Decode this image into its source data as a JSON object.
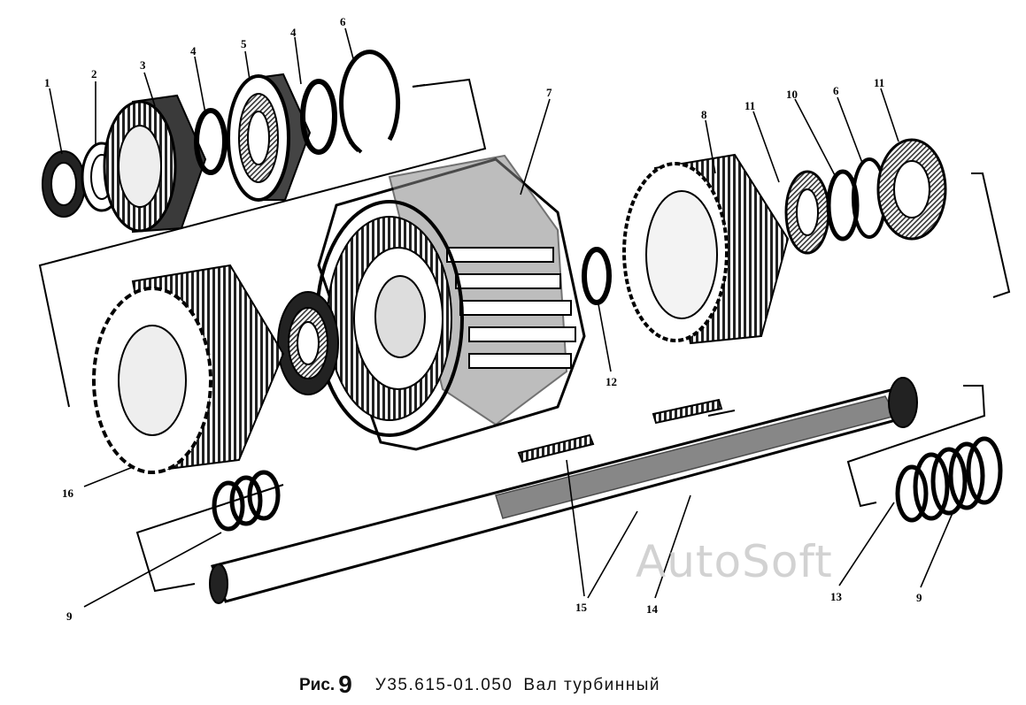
{
  "figure": {
    "fig_word": "Рис.",
    "fig_number": "9",
    "code": "У35.615-01.050",
    "title": "Вал турбинный"
  },
  "watermark": "AutoSoft",
  "callouts": [
    {
      "id": "c1",
      "text": "1"
    },
    {
      "id": "c2",
      "text": "2"
    },
    {
      "id": "c3",
      "text": "3"
    },
    {
      "id": "c4a",
      "text": "4"
    },
    {
      "id": "c5",
      "text": "5"
    },
    {
      "id": "c4b",
      "text": "4"
    },
    {
      "id": "c6a",
      "text": "6"
    },
    {
      "id": "c7",
      "text": "7"
    },
    {
      "id": "c8",
      "text": "8"
    },
    {
      "id": "c11a",
      "text": "11"
    },
    {
      "id": "c10",
      "text": "10"
    },
    {
      "id": "c6b",
      "text": "6"
    },
    {
      "id": "c11b",
      "text": "11"
    },
    {
      "id": "c12",
      "text": "12"
    },
    {
      "id": "c16",
      "text": "16"
    },
    {
      "id": "c9a",
      "text": "9"
    },
    {
      "id": "c15",
      "text": "15"
    },
    {
      "id": "c14",
      "text": "14"
    },
    {
      "id": "c13",
      "text": "13"
    },
    {
      "id": "c9b",
      "text": "9"
    }
  ]
}
